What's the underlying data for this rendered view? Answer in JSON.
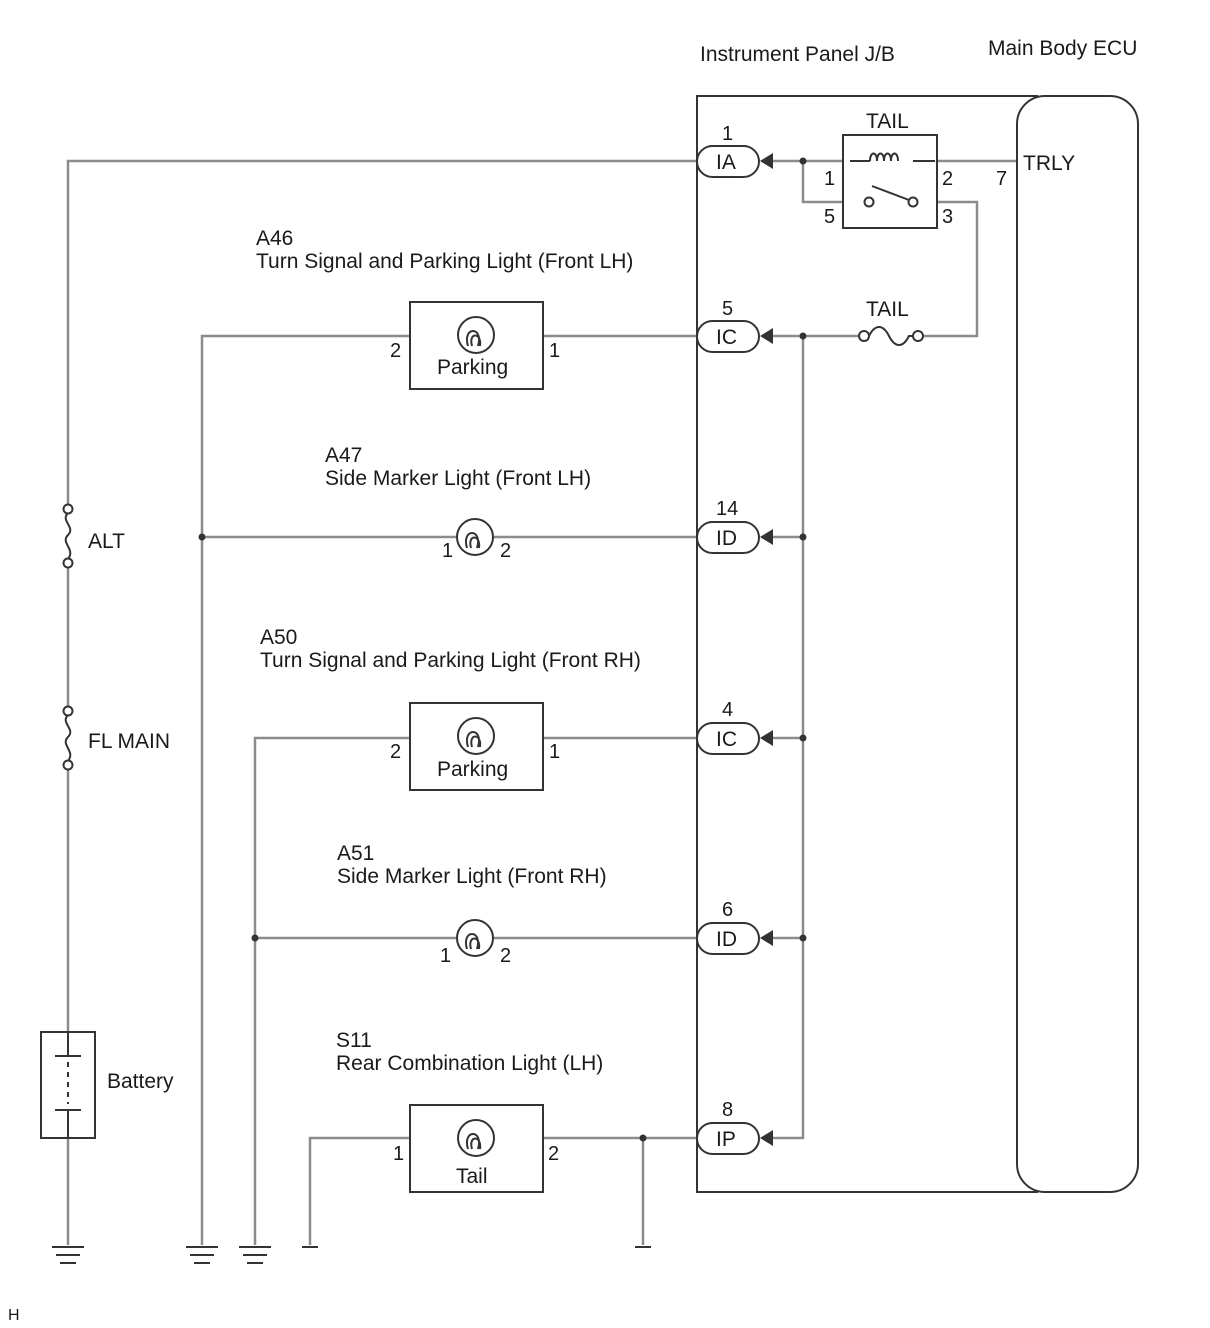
{
  "headers": {
    "junction_block": "Instrument Panel J/B",
    "ecu": "Main Body ECU"
  },
  "relay": {
    "name": "TAIL",
    "pins": [
      "1",
      "2",
      "5",
      "3"
    ],
    "ecu_pin": "7",
    "ecu_terminal": "TRLY"
  },
  "fuses": {
    "tail": "TAIL",
    "alt": "ALT",
    "fl_main": "FL MAIN"
  },
  "battery": "Battery",
  "connectors": [
    {
      "pin": "1",
      "code": "IA"
    },
    {
      "pin": "5",
      "code": "IC"
    },
    {
      "pin": "14",
      "code": "ID"
    },
    {
      "pin": "4",
      "code": "IC"
    },
    {
      "pin": "6",
      "code": "ID"
    },
    {
      "pin": "8",
      "code": "IP"
    }
  ],
  "components": [
    {
      "code": "A46",
      "name": "Turn Signal and Parking Light (Front LH)",
      "label": "Parking",
      "pin_left": "2",
      "pin_right": "1"
    },
    {
      "code": "A47",
      "name": "Side Marker Light (Front LH)",
      "pin_left": "1",
      "pin_right": "2"
    },
    {
      "code": "A50",
      "name": "Turn Signal and Parking Light (Front RH)",
      "label": "Parking",
      "pin_left": "2",
      "pin_right": "1"
    },
    {
      "code": "A51",
      "name": "Side Marker Light (Front RH)",
      "pin_left": "1",
      "pin_right": "2"
    },
    {
      "code": "S11",
      "name": "Rear Combination Light (LH)",
      "label": "Tail",
      "pin_left": "1",
      "pin_right": "2"
    }
  ],
  "corner_mark": "H"
}
